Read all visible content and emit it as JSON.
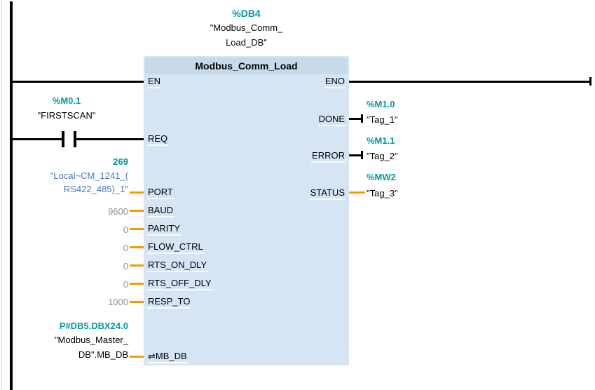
{
  "colors": {
    "teal": "#0099A0",
    "orange": "#F59B00",
    "link_blue": "#4678BE",
    "gray_value": "#8C9091",
    "block_body": "#D6E5F3",
    "block_header": "#C6DAE9"
  },
  "network": {
    "instance_db": {
      "address": "%DB4",
      "name_line1": "\"Modbus_Comm_",
      "name_line2": "Load_DB\""
    },
    "block": {
      "title": "Modbus_Comm_Load",
      "inout_icon": "⇌",
      "pins": {
        "en": "EN",
        "eno": "ENO",
        "req": "REQ",
        "port": "PORT",
        "baud": "BAUD",
        "parity": "PARITY",
        "flow_ctrl": "FLOW_CTRL",
        "rts_on_dly": "RTS_ON_DLY",
        "rts_off_dly": "RTS_OFF_DLY",
        "resp_to": "RESP_TO",
        "mb_db": "MB_DB",
        "done": "DONE",
        "error": "ERROR",
        "status": "STATUS"
      }
    },
    "operands": {
      "req_contact": {
        "address": "%M0.1",
        "tag": "\"FIRSTSCAN\""
      },
      "port": {
        "value": "269",
        "name_line1": "\"Local~CM_1241_(",
        "name_line2": "RS422_485)_1\""
      },
      "baud": "9600",
      "parity": "0",
      "flow_ctrl": "0",
      "rts_on_dly": "0",
      "rts_off_dly": "0",
      "resp_to": "1000",
      "mb_db": {
        "pointer": "P#DB5.DBX24.0",
        "name_line1": "\"Modbus_Master_",
        "name_line2": "DB\".MB_DB"
      },
      "done": {
        "address": "%M1.0",
        "tag": "\"Tag_1\""
      },
      "error": {
        "address": "%M1.1",
        "tag": "\"Tag_2\""
      },
      "status": {
        "address": "%MW2",
        "tag": "\"Tag_3\""
      }
    }
  }
}
